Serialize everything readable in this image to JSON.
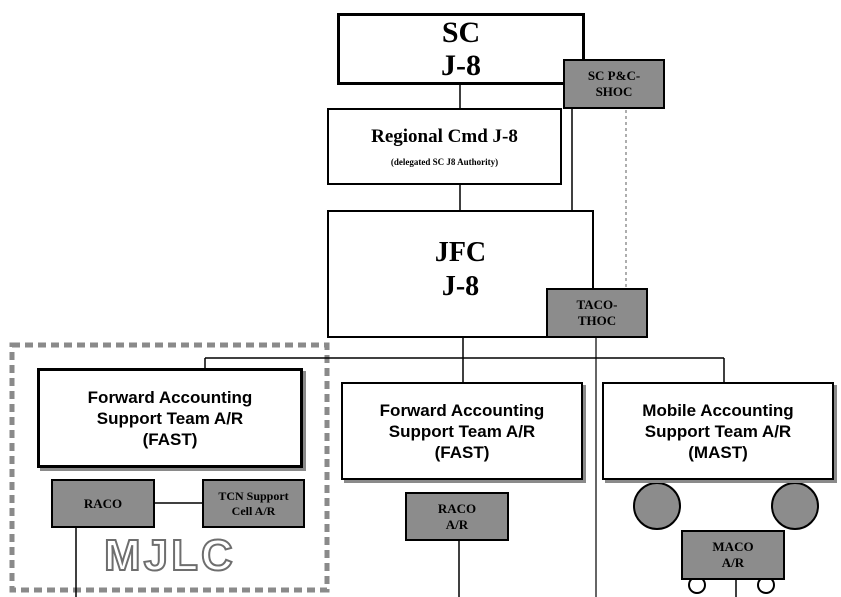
{
  "nodes": {
    "sc": {
      "line1": "SC",
      "line2": "J-8"
    },
    "sc_pc_shoc": {
      "line1": "SC P&C-",
      "line2": "SHOC"
    },
    "regional": {
      "title": "Regional Cmd  J-8",
      "subtitle": "(delegated SC J8 Authority)"
    },
    "jfc": {
      "line1": "JFC",
      "line2": "J-8"
    },
    "taco_thoc": {
      "line1": "TACO-",
      "line2": "THOC"
    },
    "fast_left": {
      "line1": "Forward Accounting",
      "line2": "Support Team A/R",
      "line3": "(FAST)"
    },
    "fast_mid": {
      "line1": "Forward Accounting",
      "line2": "Support Team A/R",
      "line3": "(FAST)"
    },
    "mast": {
      "line1": "Mobile Accounting",
      "line2": "Support Team A/R",
      "line3": "(MAST)"
    },
    "raco_left": {
      "label": "RACO"
    },
    "tcn_cell": {
      "line1": "TCN Support",
      "line2": "Cell A/R"
    },
    "raco_mid": {
      "line1": "RACO",
      "line2": "A/R"
    },
    "maco": {
      "line1": "MACO",
      "line2": "A/R"
    }
  },
  "group_label": "MJLC",
  "colors": {
    "box_fill": "#ffffff",
    "sub_fill": "#8c8c8c",
    "border": "#000000",
    "dashed_group": "#8a8a8a"
  }
}
